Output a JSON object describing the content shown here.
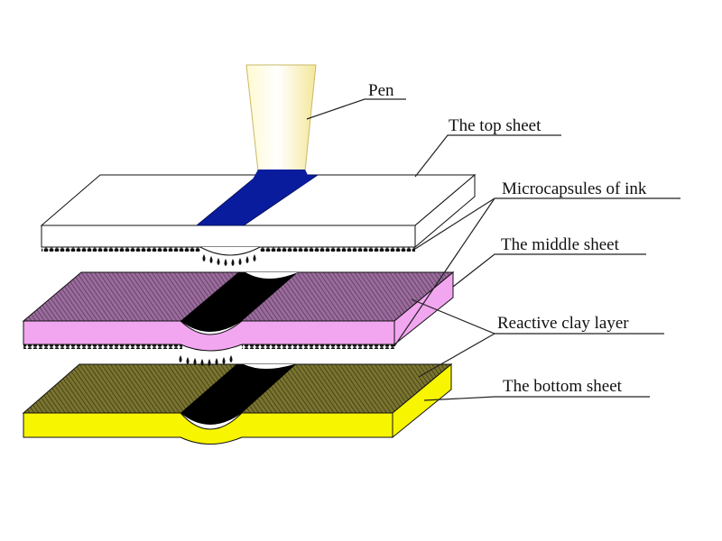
{
  "labels": {
    "pen": "Pen",
    "top_sheet": "The top sheet",
    "microcapsules": "Microcapsules of ink",
    "middle_sheet": "The middle sheet",
    "reactive_clay": "Reactive clay layer",
    "bottom_sheet": "The bottom sheet"
  },
  "colors": {
    "pen_body": "#fff7c8",
    "pen_ink": "#0a1c9e",
    "top_sheet": "#ffffff",
    "middle_sheet_top": "#8a5f8c",
    "middle_sheet_side": "#f2a6f0",
    "bottom_sheet_top": "#6e6a2e",
    "bottom_sheet_side": "#f7f500",
    "ink_mark": "#000000"
  }
}
